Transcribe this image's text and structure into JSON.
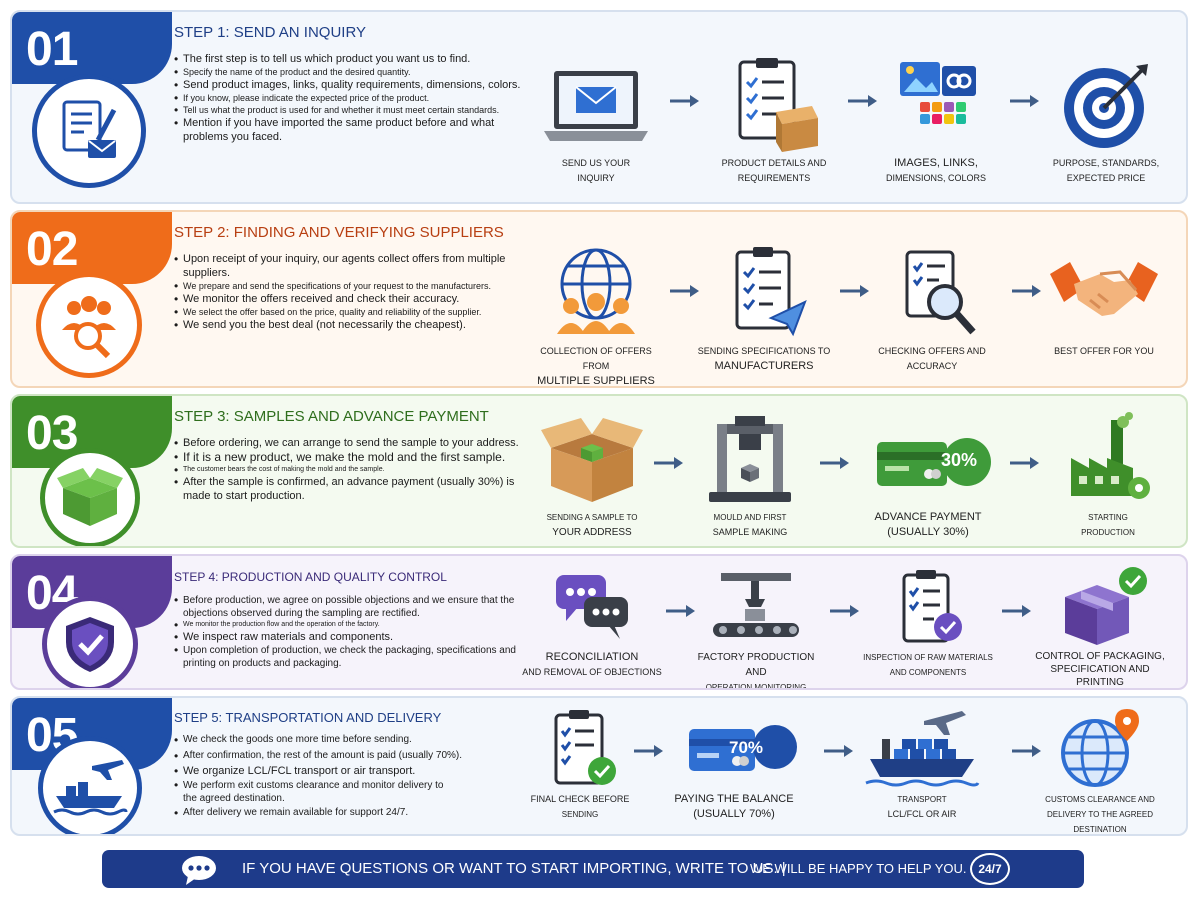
{
  "steps": [
    {
      "number": "01",
      "title": "STEP 1: SEND AN INQUIRY",
      "color": "#1f4fa8",
      "bullets": [
        "The first step is to tell us which product you want us to find.",
        "Specify the name of the product and the desired quantity.",
        "Send product images, links, quality requirements, dimensions, colors.",
        "If you know, please indicate the expected price of the product.",
        "Tell us what the product is used for and whether it must meet certain standards.",
        "Mention if you have imported the same product before and what problems you faced."
      ],
      "flow": [
        {
          "line1": "SEND US YOUR",
          "line2": "INQUIRY",
          "icon": "laptop-mail-icon"
        },
        {
          "line1": "PRODUCT DETAILS AND",
          "line2": "REQUIREMENTS",
          "icon": "clipboard-box-icon"
        },
        {
          "line1": "IMAGES, LINKS,",
          "line2": "DIMENSIONS, COLORS",
          "icon": "images-links-icon"
        },
        {
          "line1": "PURPOSE, STANDARDS,",
          "line2": "EXPECTED PRICE",
          "icon": "target-icon"
        }
      ]
    },
    {
      "number": "02",
      "title": "STEP 2: FINDING AND VERIFYING SUPPLIERS",
      "color": "#ef6c1a",
      "bullets": [
        "Upon receipt of your inquiry, our agents collect offers from multiple suppliers.",
        "We prepare and send the specifications of your request to the manufacturers.",
        "We monitor the offers received and check their accuracy.",
        "We select the offer based on the price, quality and reliability of the supplier.",
        "We send you the best deal (not necessarily the cheapest)."
      ],
      "flow": [
        {
          "line1": "COLLECTION OF OFFERS FROM",
          "line2": "MULTIPLE SUPPLIERS",
          "icon": "globe-people-icon"
        },
        {
          "line1": "SENDING SPECIFICATIONS TO",
          "line2": "MANUFACTURERS",
          "icon": "clipboard-send-icon"
        },
        {
          "line1": "CHECKING OFFERS AND",
          "line2": "ACCURACY",
          "icon": "magnifier-checklist-icon"
        },
        {
          "line1": "BEST OFFER FOR YOU",
          "line2": "",
          "icon": "handshake-icon"
        }
      ]
    },
    {
      "number": "03",
      "title": "STEP 3: SAMPLES AND ADVANCE PAYMENT",
      "color": "#3f8f2a",
      "bullets": [
        "Before ordering, we can arrange to send the sample to your address.",
        "If it is a new product, we make the mold and the first sample.",
        "The customer bears the cost of making the mold and the sample.",
        "After the sample is confirmed, an advance payment (usually 30%) is made to start production."
      ],
      "flow": [
        {
          "line1": "SENDING A SAMPLE TO",
          "line2": "YOUR ADDRESS",
          "icon": "open-box-icon"
        },
        {
          "line1": "MOULD AND FIRST",
          "line2": "SAMPLE MAKING",
          "icon": "press-machine-icon"
        },
        {
          "line1": "ADVANCE PAYMENT",
          "line2": "(USUALLY 30%)",
          "icon": "card-30-icon",
          "badge": "30%"
        },
        {
          "line1": "STARTING",
          "line2": "PRODUCTION",
          "icon": "factory-icon"
        }
      ]
    },
    {
      "number": "04",
      "title": "STEP 4: PRODUCTION AND QUALITY CONTROL",
      "color": "#5b3d9a",
      "bullets": [
        "Before production, we agree on possible objections and we ensure that the objections observed during the sampling are rectified.",
        "We monitor the production flow and the operation of the factory.",
        "We inspect raw materials and components.",
        "Upon completion of production, we check the packaging, specifications and printing on products and packaging."
      ],
      "flow": [
        {
          "line1": "RECONCILIATION",
          "line2": "AND REMOVAL OF OBJECTIONS",
          "icon": "chat-bubbles-icon"
        },
        {
          "line1": "FACTORY PRODUCTION AND",
          "line2": "OPERATION MONITORING",
          "icon": "conveyor-robot-icon"
        },
        {
          "line1": "INSPECTION OF RAW MATERIALS",
          "line2": "AND COMPONENTS",
          "icon": "clipboard-check-icon"
        },
        {
          "line1": "CONTROL OF PACKAGING,",
          "line2": "SPECIFICATION AND PRINTING",
          "icon": "packages-check-icon"
        }
      ]
    },
    {
      "number": "05",
      "title": "STEP 5: TRANSPORTATION AND DELIVERY",
      "color": "#1f4fa8",
      "bullets": [
        "We check the goods one more time before sending.",
        "After confirmation, the rest of the amount is paid (usually 70%).",
        "We organize LCL/FCL transport or air transport.",
        "We perform exit customs clearance and monitor delivery to the agreed destination.",
        "After delivery we remain available for support 24/7."
      ],
      "flow": [
        {
          "line1": "FINAL CHECK BEFORE",
          "line2": "SENDING",
          "icon": "clipboard-ok-icon"
        },
        {
          "line1": "PAYING THE BALANCE",
          "line2": "(USUALLY 70%)",
          "icon": "card-70-icon",
          "badge": "70%"
        },
        {
          "line1": "TRANSPORT",
          "line2": "LCL/FCL OR AIR",
          "icon": "ship-plane-icon"
        },
        {
          "line1": "CUSTOMS CLEARANCE AND",
          "line2": "DELIVERY TO THE AGREED DESTINATION",
          "icon": "globe-pin-icon"
        }
      ]
    }
  ],
  "footer": {
    "text1": "IF YOU HAVE QUESTIONS OR WANT TO START IMPORTING, WRITE TO US. |",
    "text2": "WE WILL BE HAPPY TO HELP YOU.",
    "badge": "24/7"
  }
}
